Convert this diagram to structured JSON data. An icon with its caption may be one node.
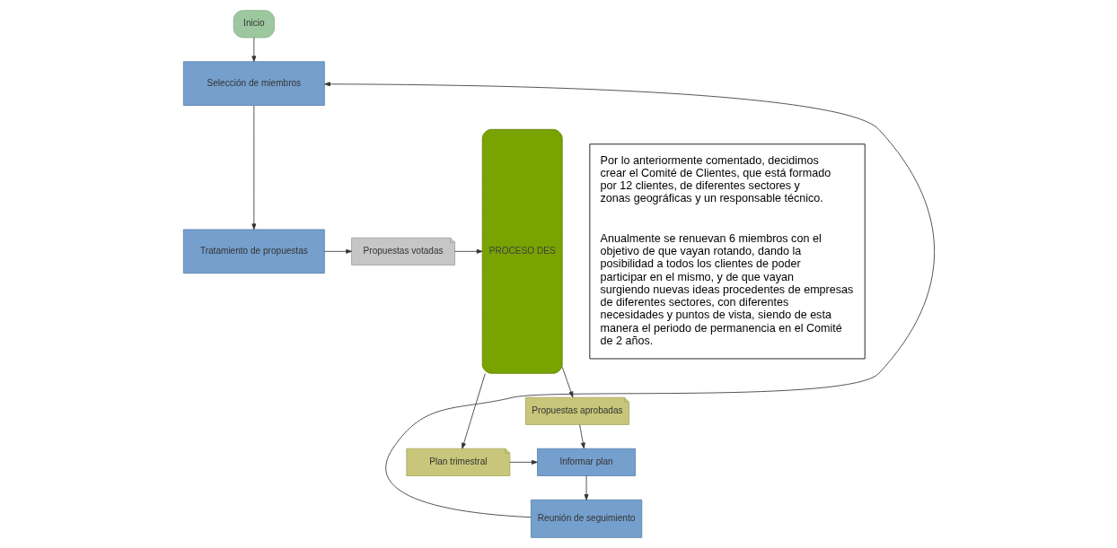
{
  "diagram": {
    "nodes": [
      {
        "text": [
          "Inicio"
        ]
      },
      {
        "text": [
          "Selección de miembros"
        ]
      },
      {
        "text": [
          "Tratamiento de propuestas"
        ]
      },
      {
        "text": [
          "Propuestas votadas"
        ]
      },
      {
        "text": [
          "PROCESO DES"
        ]
      },
      {
        "text": [
          "Propuestas aprobadas"
        ]
      },
      {
        "text": [
          "Informar plan"
        ]
      },
      {
        "text": [
          "Plan trimestral"
        ]
      },
      {
        "text": [
          "Reunión de seguimiento"
        ]
      }
    ],
    "edges": [
      {
        "from": 0,
        "to": 1,
        "arrow": "to"
      },
      {
        "from": 8,
        "to": 1,
        "arrow": "to"
      },
      {
        "from": 1,
        "to": 2,
        "arrow": "to"
      },
      {
        "from": 2,
        "to": 3,
        "arrow": "to"
      },
      {
        "from": 3,
        "to": 4,
        "arrow": "to"
      },
      {
        "from": 4,
        "to": 5,
        "arrow": "to"
      },
      {
        "from": 4,
        "to": 7,
        "arrow": "to"
      },
      {
        "from": 5,
        "to": 6,
        "arrow": "to"
      },
      {
        "from": 7,
        "to": 6,
        "arrow": "to"
      },
      {
        "from": 6,
        "to": 8,
        "arrow": "to"
      }
    ],
    "labels": [
      "Por lo anteriormente comentado, decidimos crear el Comité de Clientes, que está formado por 12 clientes, de diferentes sectores y zonas geográficas y un responsable técnico.",
      "Anualmente se renuevan 6 miembros con el objetivo de que vayan rotando, dando la posibilidad a todos los clientes de poder participar en el mismo, y de que vayan surgiendo nuevas ideas procedentes de empresas de diferentes sectores, con diferentes necesidades y puntos de vista, siendo de esta manera el periodo de permanencia en el Comité de 2 años."
    ]
  }
}
